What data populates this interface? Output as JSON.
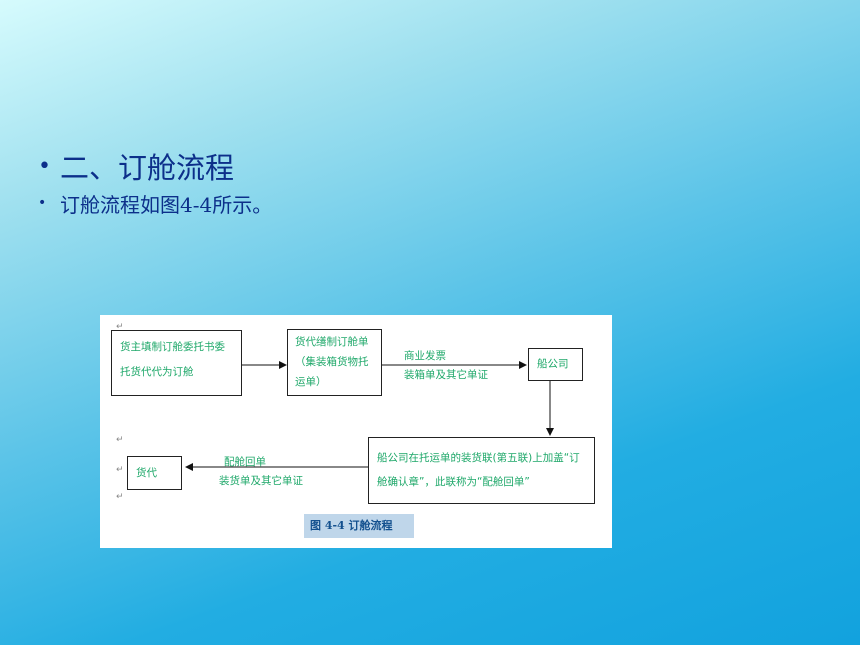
{
  "bullets": [
    {
      "marker": "•",
      "text": "二、订舱流程"
    },
    {
      "marker": "•",
      "text": "订舱流程如图4-4所示。"
    }
  ],
  "diagram": {
    "box1": {
      "line1": "货主填制订舱委托书委",
      "line2": "托货代代为订舱"
    },
    "box2": {
      "line1": "货代缮制订舱单",
      "line2": "（集装箱货物托",
      "line3": "运单）"
    },
    "box3": {
      "text": "船公司"
    },
    "box4": {
      "line1": "船公司在托运单的装货联(第五联)上加盖“订",
      "line2": "舱确认章”，此联称为“配舱回单”"
    },
    "box5": {
      "text": "货代"
    },
    "arrow_label_top": {
      "line1": "商业发票",
      "line2": "装箱单及其它单证"
    },
    "arrow_label_bottom": {
      "line1": "配舱回单",
      "line2": "装货单及其它单证"
    },
    "return_mark": "↵",
    "caption": "图 4-4   订舱流程"
  }
}
